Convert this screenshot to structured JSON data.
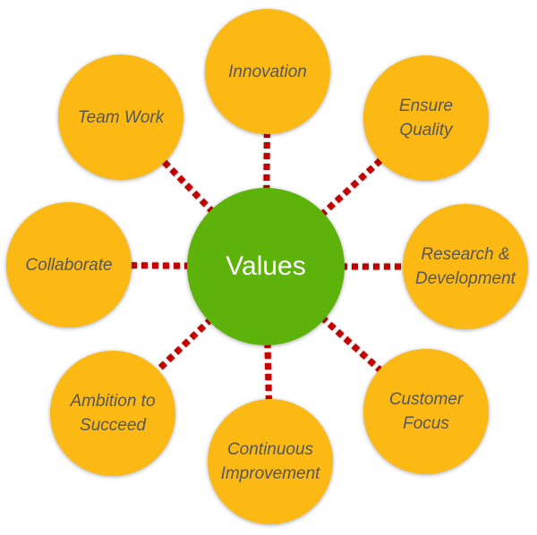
{
  "diagram": {
    "center": {
      "label": "Values"
    },
    "satellites": [
      {
        "label": "Innovation"
      },
      {
        "label": "Ensure\nQuality"
      },
      {
        "label": "Research &\nDevelopment"
      },
      {
        "label": "Customer\nFocus"
      },
      {
        "label": "Continuous\nImprovement"
      },
      {
        "label": "Ambition to\nSucceed"
      },
      {
        "label": "Collaborate"
      },
      {
        "label": "Team Work"
      }
    ],
    "colors": {
      "background": "#ffffff",
      "center_fill": "#5eb30a",
      "center_text": "#ffffff",
      "satellite_fill": "#fcb813",
      "satellite_text": "#56575a",
      "connector": "#c40000"
    }
  }
}
